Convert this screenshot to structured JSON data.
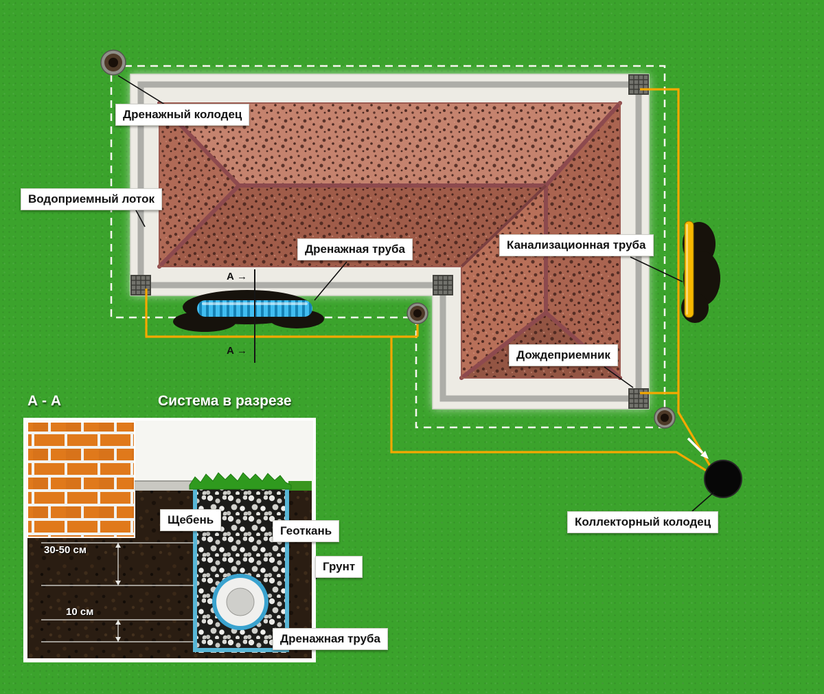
{
  "plan": {
    "labels": {
      "drainage_well": "Дренажный колодец",
      "water_tray": "Водоприемный лоток",
      "drainage_pipe": "Дренажная труба",
      "sewer_pipe": "Канализационная труба",
      "rain_inlet": "Дождеприемник",
      "collector_well": "Коллекторный колодец",
      "cut_top": "А →",
      "cut_bottom": "А →"
    }
  },
  "section": {
    "marker": "А - А",
    "title": "Система в разрезе",
    "labels": {
      "gravel": "Щебень",
      "geotextile": "Геоткань",
      "soil": "Грунт",
      "drainage_pipe": "Дренажная труба"
    },
    "dimensions": {
      "depth": "30-50 см",
      "bedding": "10 см"
    }
  },
  "colors": {
    "grass": "#3ba32c",
    "pipe_orange": "#f5a800",
    "roof": "#c5836e",
    "drain_pipe_blue": "#41bdf0",
    "sewer_pipe_yellow": "#f6b800",
    "geotextile_blue": "#58b6d6",
    "blind_area": "#edebe4"
  }
}
